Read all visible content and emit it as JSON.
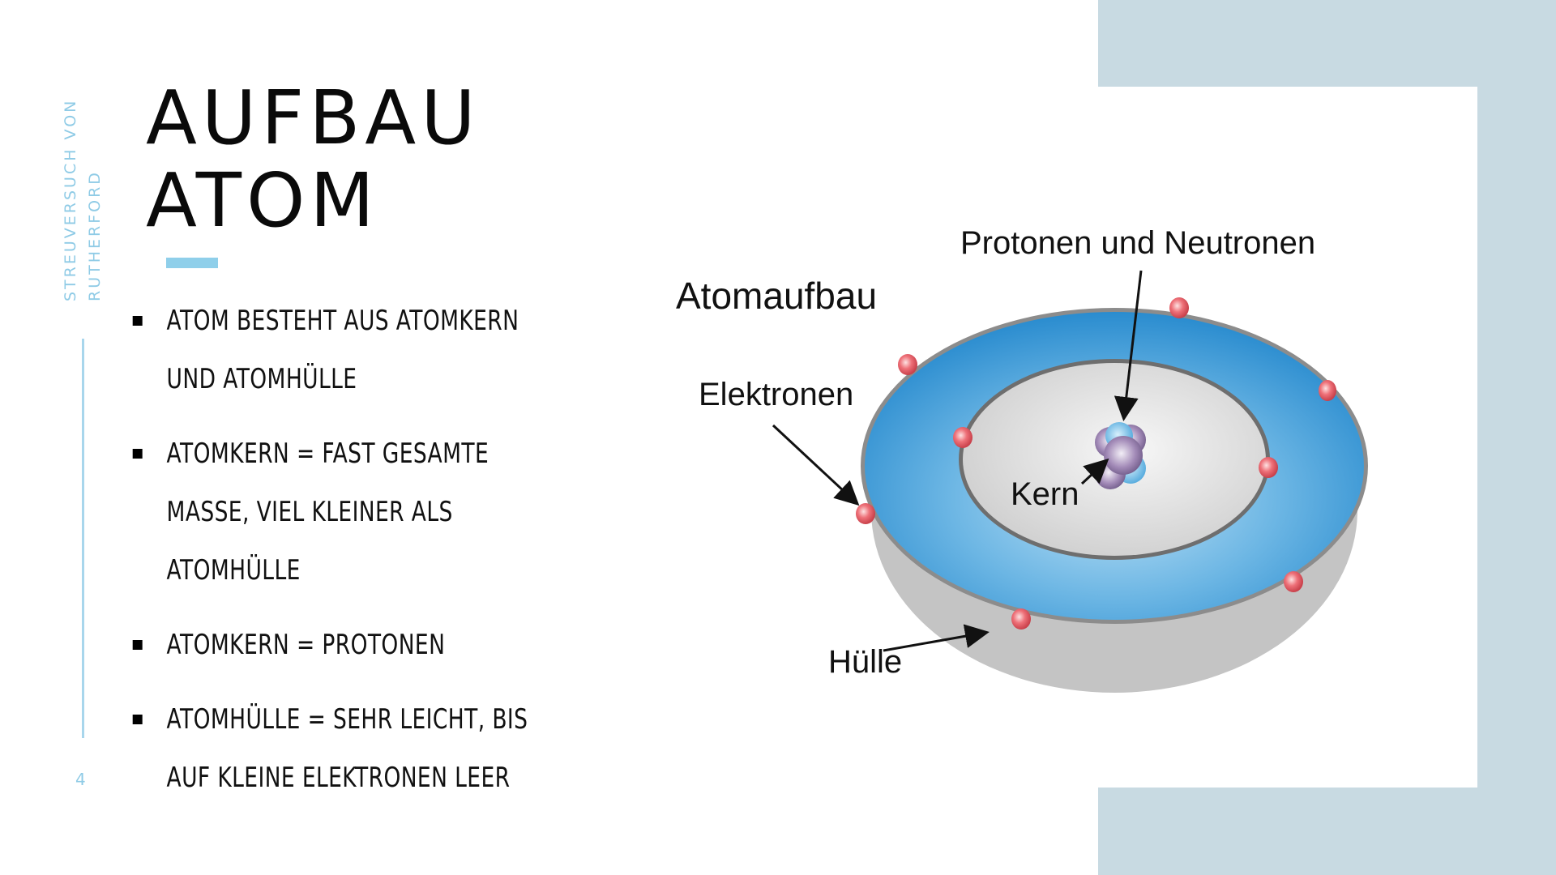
{
  "slide": {
    "section_caption": [
      "STREUVERSUCH VON",
      "RUTHERFORD"
    ],
    "page_number": "4",
    "title": [
      "AUFBAU",
      "ATOM"
    ],
    "bullets": [
      {
        "lines": [
          "ATOM BESTEHT AUS ATOMKERN",
          "UND ATOMHÜLLE"
        ]
      },
      {
        "lines": [
          "ATOMKERN = FAST GESAMTE",
          "MASSE, VIEL KLEINER ALS",
          "ATOMHÜLLE"
        ]
      },
      {
        "lines": [
          "ATOMKERN = PROTONEN"
        ]
      },
      {
        "lines": [
          "ATOMHÜLLE = SEHR LEICHT, BIS",
          "AUF KLEINE ELEKTRONEN LEER"
        ]
      }
    ]
  },
  "diagram": {
    "title": "Atomaufbau",
    "labels": {
      "nucleons": "Protonen und Neutronen",
      "electrons": "Elektronen",
      "nucleus": "Kern",
      "shell": "Hülle"
    }
  },
  "colors": {
    "accent_light_blue": "#8fcfea",
    "panel_blue_gray": "#c8dae2",
    "shell_blue": "#3a95d4",
    "electron_red": "#e8606a",
    "proton_purple": "#9b7fb0",
    "neutron_cyan": "#7ec6ee"
  }
}
